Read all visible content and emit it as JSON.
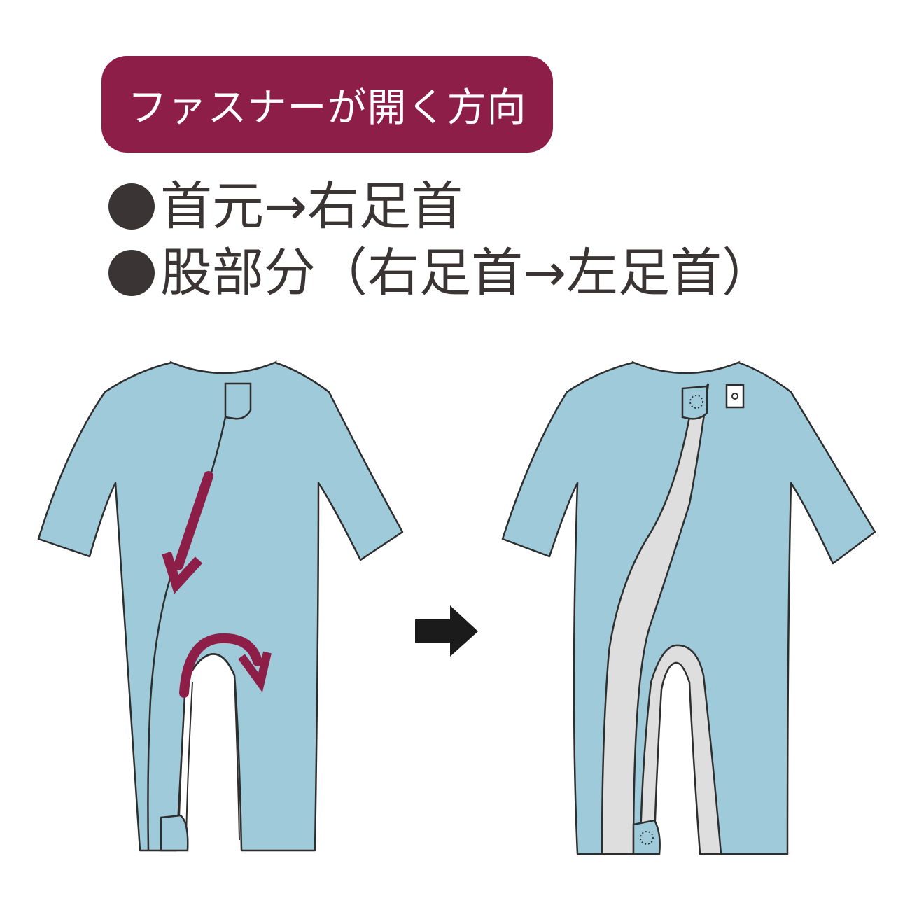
{
  "title": "ファスナーが開く方向",
  "bullets": [
    "首元→右足首",
    "股部分（右足首→左足首）"
  ],
  "colors": {
    "badge": "#8c1e48",
    "garment": "#9fcad9",
    "lining": "#dedede",
    "arrow": "#8c1e48",
    "outline": "#2e2e2e",
    "text": "#3a3434"
  },
  "icons": {
    "direction_arrow": "right-arrow-icon",
    "snap_left": "snap-button-icon",
    "snap_right": "snap-socket-icon"
  }
}
